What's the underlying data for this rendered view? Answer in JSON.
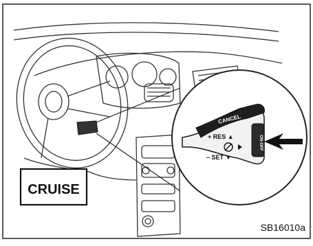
{
  "diagram": {
    "indicator_label": "CRUISE",
    "figure_code": "SB16010a",
    "lever": {
      "tip_label": "CANCEL",
      "resume_label": "+ RES ▲",
      "set_label": "– SET ▼",
      "switch_label": "ON-OFF"
    }
  }
}
